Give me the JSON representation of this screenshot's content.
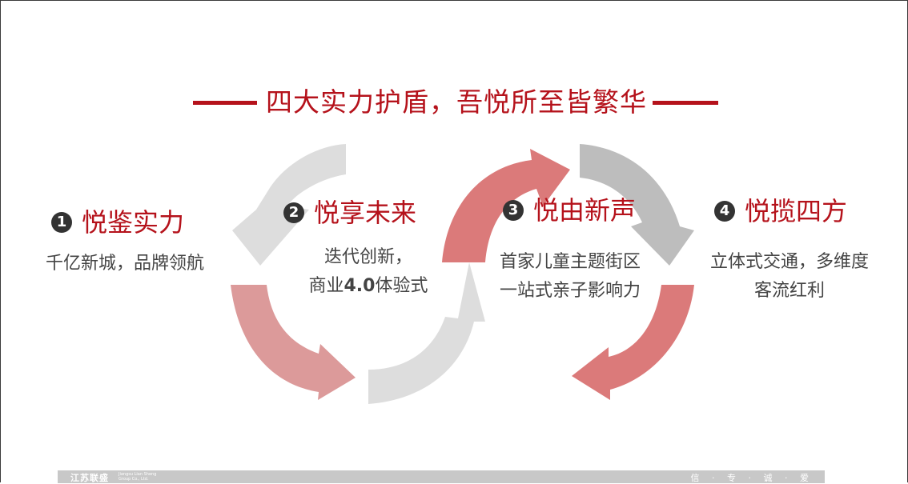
{
  "title": "四大实力护盾，吾悦所至皆繁华",
  "items": [
    {
      "num": "1",
      "heading": "悦鉴实力",
      "desc_line1": "千亿新城，品牌领航",
      "desc_line2": ""
    },
    {
      "num": "2",
      "heading": "悦享未来",
      "desc_line1": "迭代创新，",
      "desc_line2_a": "商业",
      "desc_line2_b": "4.0",
      "desc_line2_c": "体验式"
    },
    {
      "num": "3",
      "heading": "悦由新声",
      "desc_line1": "首家儿童主题街区",
      "desc_line2": "一站式亲子影响力"
    },
    {
      "num": "4",
      "heading": "悦揽四方",
      "desc_line1": "立体式交通，多维度",
      "desc_line2": "客流红利"
    }
  ],
  "footer": {
    "brand": "江苏联盛",
    "brand_sub_1": "Jiangsu Lian Sheng",
    "brand_sub_2": "Group Co., Ltd.",
    "motto": "信 · 专 · 诚 · 爱"
  },
  "colors": {
    "accent": "#b5121b",
    "arrow_light_gray": "#dddddd",
    "arrow_mid_gray": "#bdbdbd",
    "arrow_pink": "#dc9a9a",
    "arrow_red": "#db7a7a"
  }
}
